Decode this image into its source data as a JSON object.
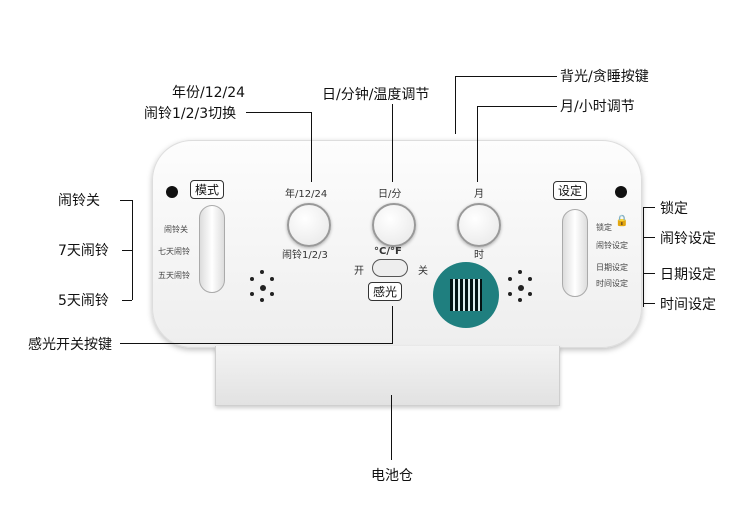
{
  "callouts": {
    "year_line1": "年份/12/24",
    "year_line2": "闹铃1/2/3切换",
    "day_min": "日/分钟/温度调节",
    "backlight": "背光/贪睡按键",
    "month_hour": "月/小时调节",
    "alarm_off": "闹铃关",
    "seven_day": "7天闹铃",
    "five_day": "5天闹铃",
    "light_switch": "感光开关按键",
    "lock": "锁定",
    "alarm_set": "闹铃设定",
    "date_set": "日期设定",
    "time_set": "时间设定",
    "battery": "电池仓"
  },
  "device": {
    "mode_label": "模式",
    "set_label": "设定",
    "mode_positions": [
      "闹铃关",
      "七天闹铃",
      "五天闹铃"
    ],
    "set_positions": [
      "锁定",
      "闹铃设定",
      "日期设定",
      "时间设定"
    ],
    "btn1_top": "年/12/24",
    "btn1_bottom": "闹铃1/2/3",
    "btn2_top": "日/分",
    "btn2_bottom": "°C/°F",
    "btn3_top": "月",
    "btn3_bottom": "时",
    "switch_on": "开",
    "switch_off": "关",
    "light_label": "感光"
  },
  "colors": {
    "qr_badge": "#1f7f7f"
  }
}
